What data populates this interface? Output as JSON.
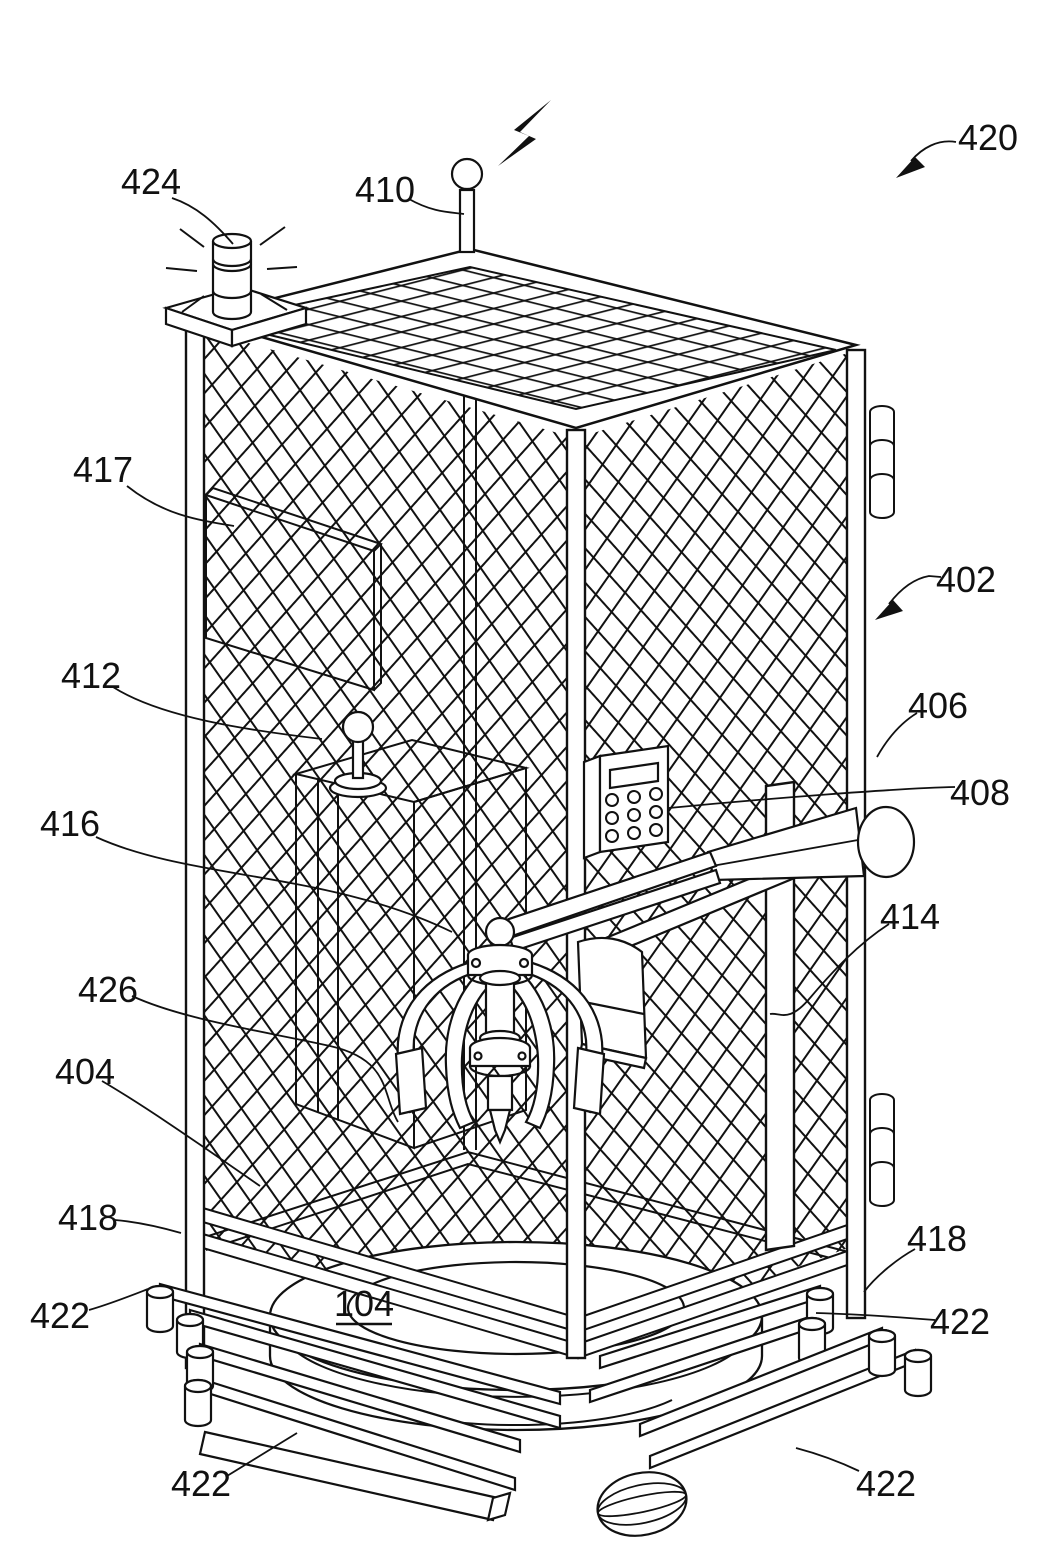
{
  "figure": {
    "background": "#ffffff",
    "line_color": "#111111",
    "icons": {
      "wireless_signal": "lightning-bolt-icon",
      "beacon": "warning-light-icon",
      "antenna": "ball-antenna-icon"
    },
    "labels": [
      {
        "text": "424"
      },
      {
        "text": "410"
      },
      {
        "text": "420"
      },
      {
        "text": "417"
      },
      {
        "text": "402"
      },
      {
        "text": "412"
      },
      {
        "text": "406"
      },
      {
        "text": "408"
      },
      {
        "text": "416"
      },
      {
        "text": "414"
      },
      {
        "text": "426"
      },
      {
        "text": "404"
      },
      {
        "text": "418"
      },
      {
        "text": "418"
      },
      {
        "text": "422"
      },
      {
        "text": "422"
      },
      {
        "text": "104"
      },
      {
        "text": "422"
      },
      {
        "text": "422"
      }
    ]
  }
}
